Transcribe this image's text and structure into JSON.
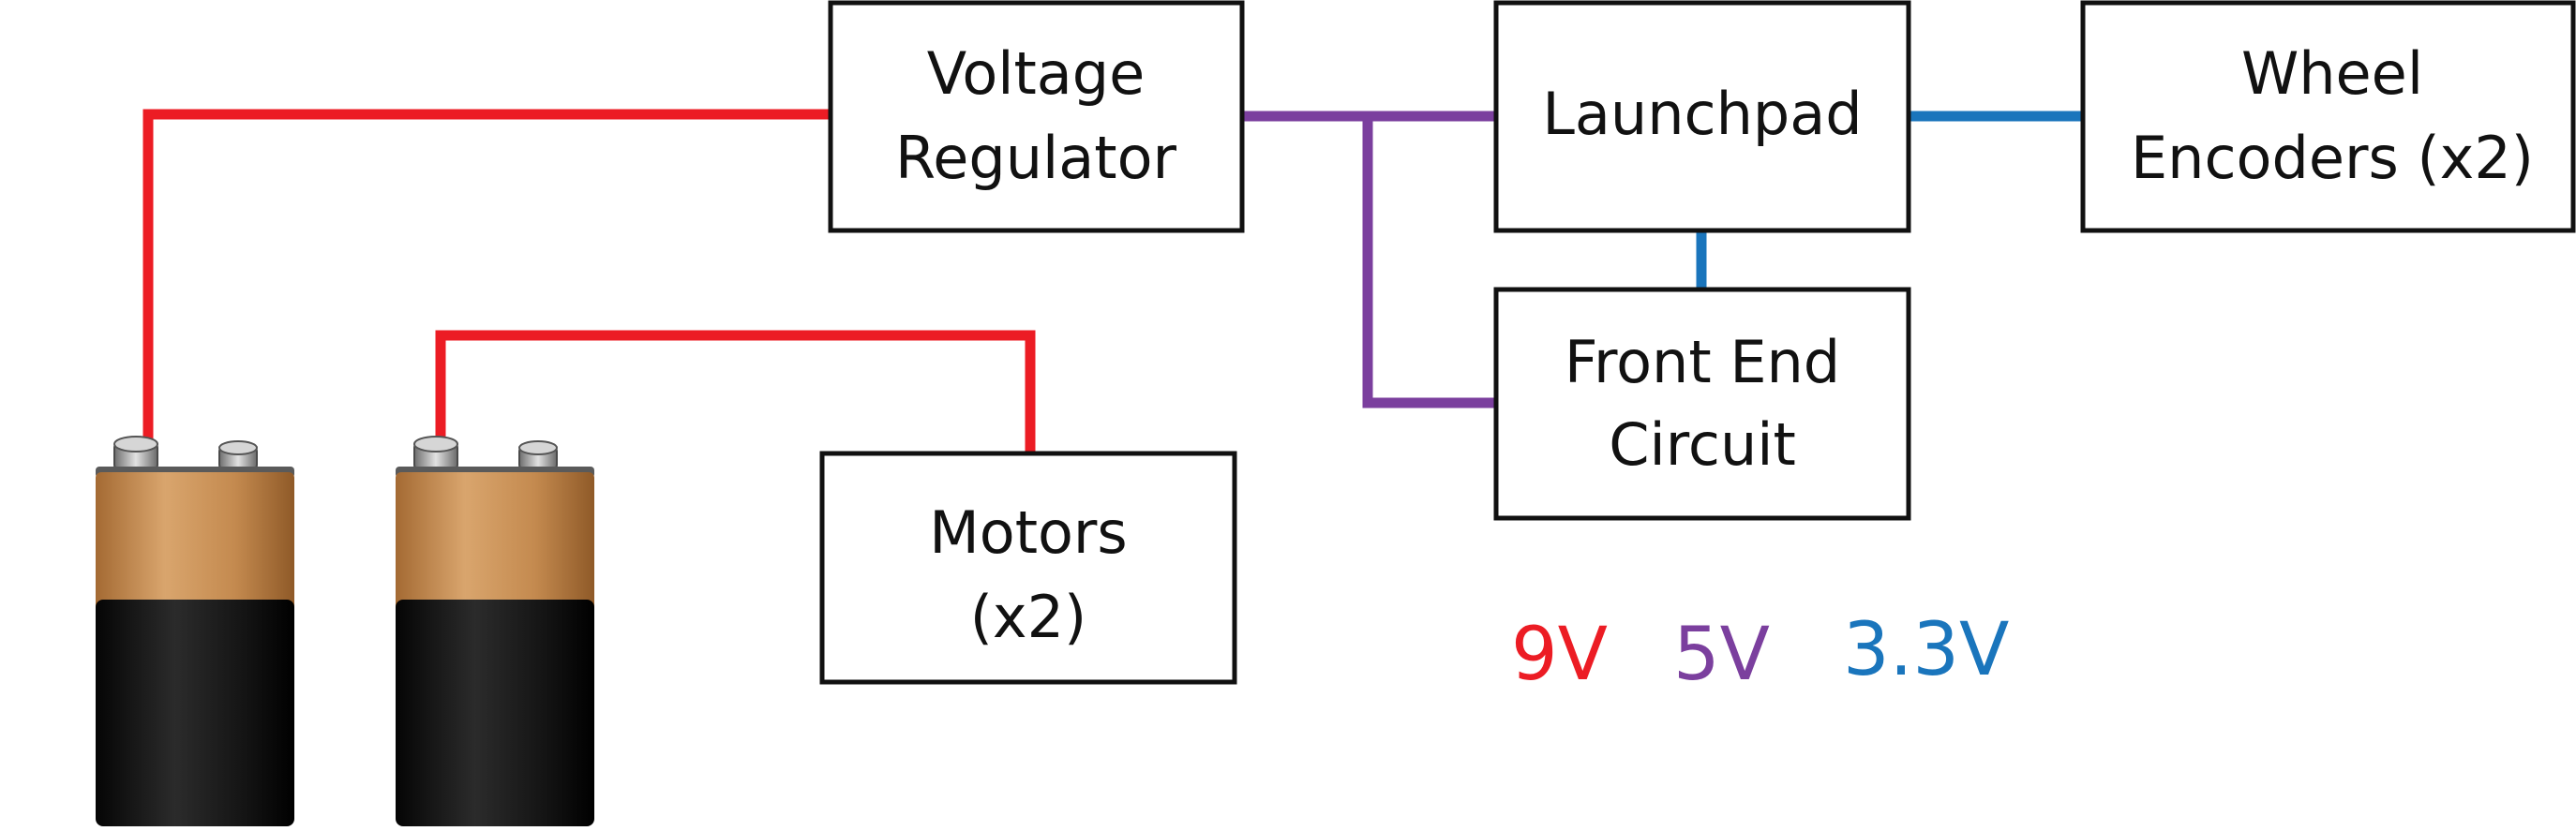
{
  "colors": {
    "v9": "#ec1c24",
    "v5": "#7b3f9e",
    "v33": "#1a75bc",
    "box_stroke": "#111111",
    "text": "#111111",
    "battery_copper": "#c99258",
    "battery_black": "#111111",
    "terminal_metal": "#a6a6a6"
  },
  "boxes": {
    "voltage_regulator": {
      "line1": "Voltage",
      "line2": "Regulator"
    },
    "launchpad": {
      "line1": "Launchpad"
    },
    "wheel_encoders": {
      "line1": "Wheel",
      "line2": "Encoders (x2)"
    },
    "front_end_circuit": {
      "line1": "Front End",
      "line2": "Circuit"
    },
    "motors": {
      "line1": "Motors",
      "line2": "(x2)"
    }
  },
  "legend": {
    "v9": "9V",
    "v5": "5V",
    "v33": "3.3V"
  },
  "icons": {
    "battery": "9v-battery-icon"
  }
}
